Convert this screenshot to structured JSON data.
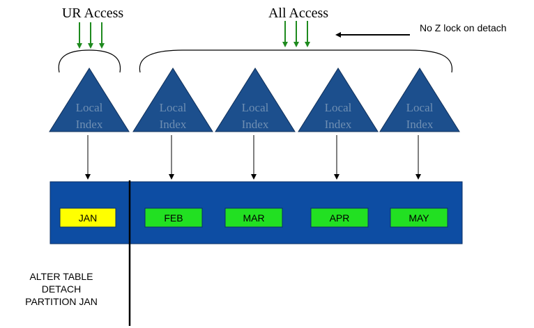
{
  "labels": {
    "ur_access": "UR Access",
    "all_access": "All Access",
    "note": "No Z lock on detach",
    "index_line1": "Local",
    "index_line2": "Index",
    "command_line1": "ALTER TABLE",
    "command_line2": "DETACH",
    "command_line3": "PARTITION JAN"
  },
  "partitions": [
    {
      "label": "JAN",
      "state": "detached"
    },
    {
      "label": "FEB",
      "state": "attached"
    },
    {
      "label": "MAR",
      "state": "attached"
    },
    {
      "label": "APR",
      "state": "attached"
    },
    {
      "label": "MAY",
      "state": "attached"
    }
  ],
  "colors": {
    "table_fill": "#0d4da3",
    "index_fill": "#1c4f8d",
    "index_stroke": "#0f2f5a",
    "index_text": "#6f8fb3",
    "detached_partition": "#ffff00",
    "attached_partition": "#22e022",
    "access_arrow": "#1e8a1e",
    "line": "#000000"
  }
}
